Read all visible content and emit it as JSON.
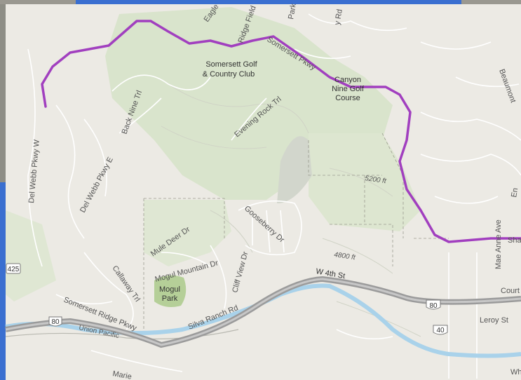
{
  "map": {
    "route_color": "#a13fbf",
    "labels": {
      "eagle": "Eagle",
      "ridge_field": "Ridge Field",
      "parkway_top": "Park",
      "key_rd": "y Rd",
      "beaumont": "Beaumont",
      "somersett_pkwy": "Somersett Pkwy",
      "somersett_golf": "Somersett Golf",
      "country_club": "& Country Club",
      "canyon": "Canyon",
      "nine_golf": "Nine Golf",
      "course": "Course",
      "back_nine": "Back Nine Trl",
      "evening_rock": "Evening Rock Trl",
      "del_webb_pkwy_w": "Del Webb Pkwy W",
      "del_webb_pkwy_e": "Del Webb Pkwy E",
      "elev_5200": "5200 ft",
      "elev_4800": "4800 ft",
      "gooseberry": "Gooseberry Dr",
      "mule_deer": "Mule Deer Dr",
      "mogul_mountain": "Mogul Mountain Dr",
      "cliff_view": "Cliff View Dr",
      "mogul": "Mogul",
      "park": "Park",
      "callaway": "Callaway Trl",
      "w4th": "W 4th St",
      "somersett_ridge": "Somersett Ridge Pkwy",
      "silva_ranch": "Silva Ranch Rd",
      "union_pacific": "Union Pacific",
      "mae_anne": "Mae Anne Ave",
      "sha": "Sha",
      "court": "Court",
      "leroy": "Leroy St",
      "en": "En",
      "wh": "Wh",
      "marie": "Marie"
    },
    "shields": {
      "sr425": "425",
      "i80_left": "80",
      "i80_right": "80",
      "us40": "40"
    }
  }
}
